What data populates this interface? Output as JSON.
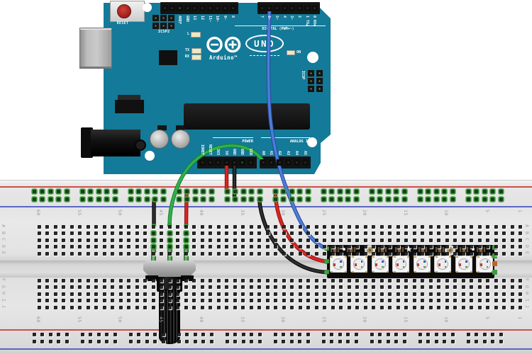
{
  "diagram": {
    "type": "breadboard wiring diagram"
  },
  "colors": {
    "board_teal": "#137a99",
    "breadboard_body": "#e3e3e3",
    "rail_positive_line": "#cc4f4a",
    "rail_negative_line": "#5b66c0",
    "connected_hole_green": "#3f9e3f",
    "neopixel_pcb": "#0c0c0c",
    "pad_green": "#3c9c3c",
    "pad_orange": "#c0622b"
  },
  "arduino": {
    "reset_label": "RESET",
    "icsp2_label": "ICSP2",
    "icsp_label": "ICSP",
    "led_l": "L",
    "led_tx": "TX",
    "led_rx": "RX",
    "led_on": "ON",
    "digital_caption": "DIGITAL (PWM=~)",
    "power_caption": "POWER",
    "analog_caption": "ANALOG IN",
    "brand": "Arduino™",
    "model": "UNO",
    "digital_left_pins": [
      "",
      "",
      "AREF",
      "GND",
      "13",
      "12",
      "11~",
      "10~",
      "9~",
      "8"
    ],
    "digital_right_pins": [
      "7",
      "6~",
      "5~",
      "4",
      "3~",
      "2",
      "1 TX▲",
      "0 RX▼"
    ],
    "power_pins": [
      "IOREF",
      "RESET",
      "3V3",
      "5V",
      "GND",
      "GND",
      "VIN"
    ],
    "analog_pins": [
      "A0",
      "A1",
      "A2",
      "A3",
      "A4",
      "A5"
    ]
  },
  "breadboard": {
    "column_numbers": [
      "60",
      "55",
      "50",
      "45",
      "40",
      "35",
      "30",
      "25",
      "20",
      "15",
      "10",
      "5",
      "1"
    ],
    "row_letters_upper": [
      "A",
      "B",
      "C",
      "D",
      "E"
    ],
    "row_letters_lower": [
      "F",
      "G",
      "H",
      "I",
      "J"
    ]
  },
  "potentiometer": {
    "label": "rotary potentiometer",
    "pin_count": 3
  },
  "neopixel": {
    "label": "NeoPixel LED stick",
    "led_count": 8
  },
  "wires": [
    {
      "name": "wire-5v-to-positive-rail",
      "color": "#db2422",
      "edge": "#8d1414"
    },
    {
      "name": "wire-gnd-to-negative-rail",
      "color": "#2e2e2e",
      "edge": "#000000"
    },
    {
      "name": "wire-a0-to-potentiometer",
      "color": "#2fb14d",
      "edge": "#197a2e"
    },
    {
      "name": "wire-pin6-to-neopixel-din",
      "color": "#4e7dd8",
      "edge": "#28499b"
    },
    {
      "name": "wire-positive-rail-to-neopixel",
      "color": "#db2422",
      "edge": "#8d1414"
    },
    {
      "name": "wire-negative-rail-to-neopixel",
      "color": "#2e2e2e",
      "edge": "#000000"
    },
    {
      "name": "wire-negative-rail-to-pot",
      "color": "#2e2e2e",
      "edge": "#000000"
    },
    {
      "name": "wire-positive-rail-to-pot",
      "color": "#db2422",
      "edge": "#8d1414"
    }
  ]
}
